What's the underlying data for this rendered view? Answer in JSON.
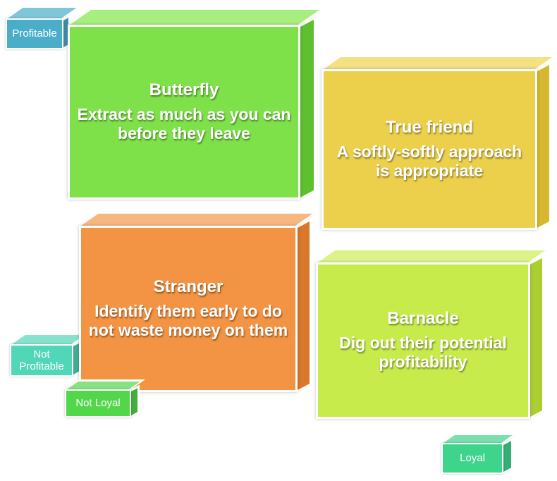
{
  "quadrants": {
    "butterfly": {
      "title": "Butterfly",
      "description": "Extract as much as you can before they leave",
      "color": "#7fe14a",
      "side_color": "#5fc02f",
      "top_color": "#a6ef7f"
    },
    "true_friend": {
      "title": "True friend",
      "description": "A softly-softly approach is appropriate",
      "color": "#ecd04c",
      "side_color": "#d5b82e",
      "top_color": "#f4e184"
    },
    "stranger": {
      "title": "Stranger",
      "description": "Identify them early to do not waste money on them",
      "color": "#f29443",
      "side_color": "#d9772a",
      "top_color": "#f7b781"
    },
    "barnacle": {
      "title": "Barnacle",
      "description": "Dig out their potential profitability",
      "color": "#c8eb4c",
      "side_color": "#abcf31",
      "top_color": "#dcf38a"
    }
  },
  "axis_labels": {
    "profitable": {
      "text": "Profitable",
      "color": "#4aaec9"
    },
    "not_profitable": {
      "text": "Not Profitable",
      "color": "#52d6b8"
    },
    "not_loyal": {
      "text": "Not Loyal",
      "color": "#52d64a"
    },
    "loyal": {
      "text": "Loyal",
      "color": "#3fd48c"
    }
  }
}
